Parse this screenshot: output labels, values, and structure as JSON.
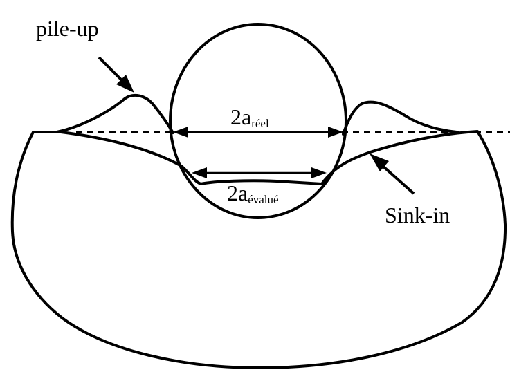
{
  "labels": {
    "pile_up": "pile-up",
    "sink_in": "Sink-in",
    "a_real_main": "2a",
    "a_real_sub": "réel",
    "a_eval_main": "2a",
    "a_eval_sub": "évalué"
  },
  "colors": {
    "stroke": "#000000",
    "background": "#ffffff"
  }
}
